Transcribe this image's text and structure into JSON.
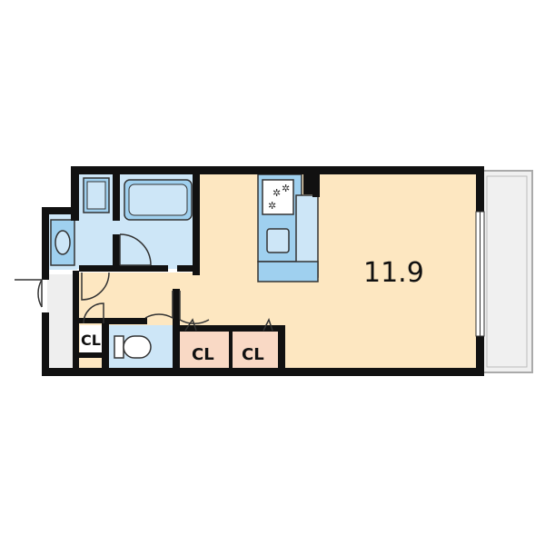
{
  "floor_plan": {
    "main_room_area": "11.9",
    "closet_labels": [
      "CL",
      "CL",
      "CL"
    ]
  },
  "colors": {
    "wall": "#111111",
    "floor": "#fde7c1",
    "water": "#cde6f7",
    "fixture": "#9fd0ef",
    "closet": "#f9d9c5",
    "balcony": "#f0f0f0",
    "entry": "#eeeeee"
  }
}
